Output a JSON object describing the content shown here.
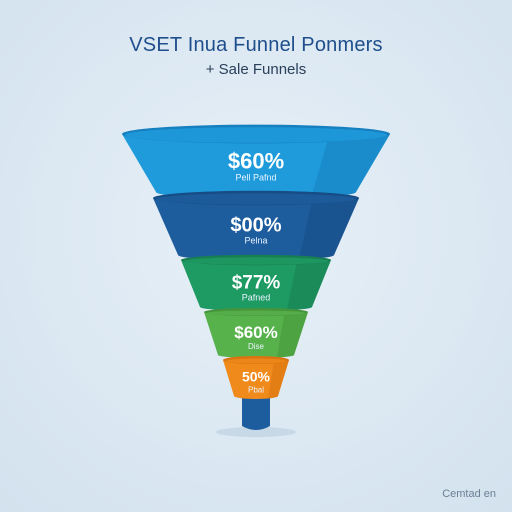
{
  "header": {
    "title": "VSET Inua Funnel Ponmers",
    "subtitle": "+ Sale Funnels"
  },
  "funnel": {
    "stages": [
      {
        "value": "$60%",
        "label": "Pell Pafnd",
        "color": "#1f9bdb",
        "shade": "#157fc0"
      },
      {
        "value": "$00%",
        "label": "Pelna",
        "color": "#1d5d9e",
        "shade": "#174c85"
      },
      {
        "value": "$77%",
        "label": "Pafned",
        "color": "#1e9a63",
        "shade": "#177f52"
      },
      {
        "value": "$60%",
        "label": "Dise",
        "color": "#58b24c",
        "shade": "#46953b"
      },
      {
        "value": "50%",
        "label": "Pbal",
        "color": "#f08a1a",
        "shade": "#d87512"
      }
    ],
    "spout_color": "#1d5d9e"
  },
  "footer": {
    "text": "Cemtad en"
  }
}
